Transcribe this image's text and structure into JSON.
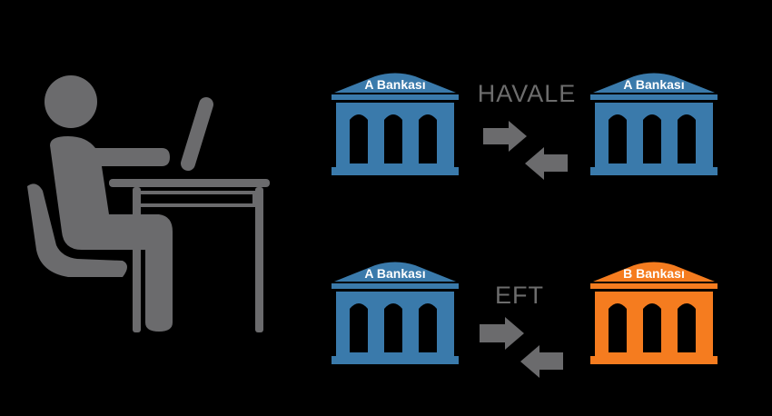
{
  "colors": {
    "bank_blue": "#3a7aab",
    "bank_orange": "#f57c1f",
    "gray": "#6b6b6d",
    "background": "#000000"
  },
  "transfers": [
    {
      "type": "HAVALE",
      "from_bank": "A Bankası",
      "to_bank": "A Bankası"
    },
    {
      "type": "EFT",
      "from_bank": "A Bankası",
      "to_bank": "B Bankası"
    }
  ],
  "icons": [
    "person-at-desk-icon",
    "bank-icon",
    "arrow-right-icon",
    "arrow-left-icon"
  ]
}
